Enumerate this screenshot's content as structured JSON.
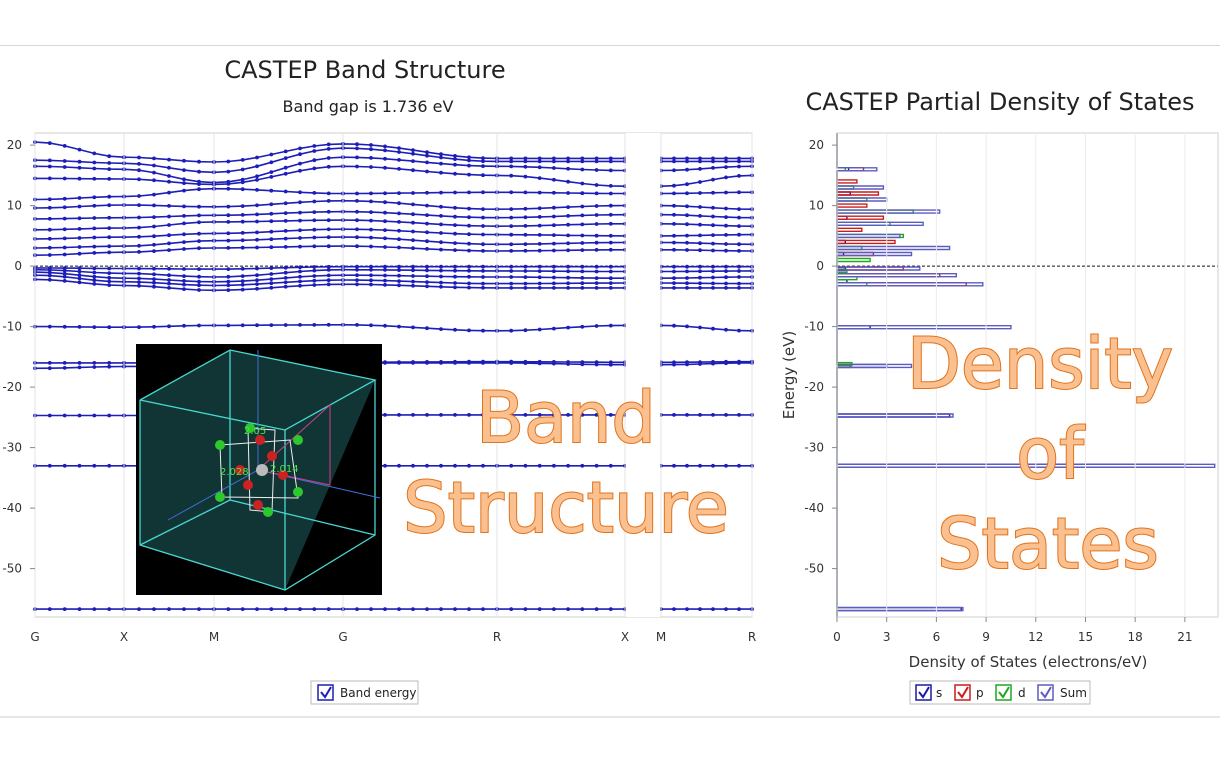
{
  "chart_data": [
    {
      "type": "line",
      "title": "CASTEP Band Structure",
      "subtitle": "Band gap is 1.736 eV",
      "xlabel": "",
      "ylabel": "",
      "x_ticks": [
        "G",
        "X",
        "M",
        "G",
        "R",
        "X",
        "M",
        "R"
      ],
      "ylim": [
        -58,
        22
      ],
      "y_ticks": [
        20,
        10,
        0,
        -10,
        -20,
        -30,
        -40,
        -50
      ],
      "fermi_level": 0,
      "grid": true,
      "legend": {
        "position": "bottom-center",
        "entries": [
          "Band energy"
        ]
      },
      "series_color": "#1d1db8",
      "bands": [
        [
          -56.7,
          -56.7,
          -56.7,
          -56.7,
          -56.7,
          -56.7,
          -56.7,
          -56.7
        ],
        [
          -33.0,
          -33.0,
          -33.0,
          -33.0,
          -33.0,
          -33.0,
          -33.0,
          -33.0
        ],
        [
          -24.7,
          -24.7,
          -24.6,
          -24.6,
          -24.6,
          -24.6,
          -24.6,
          -24.6
        ],
        [
          -16.9,
          -16.6,
          -16.2,
          -16.0,
          -16.0,
          -16.3,
          -16.3,
          -16.0
        ],
        [
          -16.0,
          -16.0,
          -15.9,
          -15.9,
          -15.8,
          -15.9,
          -15.9,
          -15.8
        ],
        [
          -10.0,
          -10.1,
          -9.8,
          -9.7,
          -10.7,
          -9.8,
          -9.8,
          -10.7
        ],
        [
          -0.3,
          -0.4,
          -0.5,
          -0.1,
          -0.1,
          -0.1,
          -0.1,
          -0.1
        ],
        [
          -0.6,
          -1.2,
          -1.8,
          -0.6,
          -0.8,
          -0.9,
          -0.9,
          -0.8
        ],
        [
          -1.0,
          -2.0,
          -2.6,
          -1.5,
          -1.8,
          -2.0,
          -2.0,
          -1.8
        ],
        [
          -1.5,
          -2.6,
          -3.2,
          -2.3,
          -2.9,
          -2.8,
          -2.8,
          -2.9
        ],
        [
          -2.2,
          -3.2,
          -4.0,
          -3.0,
          -3.6,
          -3.6,
          -3.6,
          -3.6
        ],
        [
          1.8,
          2.3,
          3.0,
          3.3,
          2.5,
          2.7,
          2.7,
          2.5
        ],
        [
          3.0,
          3.3,
          4.2,
          4.8,
          3.6,
          3.9,
          3.9,
          3.6
        ],
        [
          4.5,
          4.8,
          5.4,
          6.1,
          5.2,
          5.0,
          5.0,
          5.2
        ],
        [
          6.0,
          6.3,
          7.3,
          7.6,
          6.6,
          7.0,
          7.0,
          6.6
        ],
        [
          7.8,
          8.0,
          8.4,
          9.0,
          8.0,
          8.5,
          8.5,
          8.0
        ],
        [
          9.6,
          10.1,
          9.8,
          10.8,
          9.4,
          10.0,
          10.0,
          9.4
        ],
        [
          11.0,
          11.5,
          12.8,
          12.0,
          12.2,
          12.0,
          12.0,
          12.2
        ],
        [
          14.5,
          14.4,
          13.5,
          16.5,
          15.0,
          13.2,
          13.2,
          15.0
        ],
        [
          16.5,
          16.0,
          13.8,
          18.0,
          16.5,
          15.8,
          15.8,
          16.5
        ],
        [
          17.5,
          17.0,
          15.5,
          19.5,
          17.3,
          17.3,
          17.3,
          17.3
        ],
        [
          20.5,
          18.0,
          17.2,
          20.2,
          17.8,
          17.8,
          17.8,
          17.8
        ]
      ]
    },
    {
      "type": "line",
      "title": "CASTEP Partial  Density of States",
      "xlabel": "Density of States (electrons/eV)",
      "ylabel": "Energy (eV)",
      "xlim": [
        0,
        23
      ],
      "x_ticks": [
        0,
        3,
        6,
        9,
        12,
        15,
        18,
        21
      ],
      "ylim": [
        -58,
        22
      ],
      "y_ticks": [
        20,
        10,
        0,
        -10,
        -20,
        -30,
        -40,
        -50
      ],
      "fermi_level": 0,
      "grid": true,
      "legend": {
        "position": "bottom-center",
        "entries": [
          "s",
          "p",
          "d",
          "Sum"
        ]
      },
      "series": [
        {
          "name": "s",
          "color": "#1a1aa0",
          "energy": [
            -56.7,
            -33,
            -24.7,
            -16.5,
            -10.1,
            -2.5,
            -0.5,
            2,
            4,
            8,
            12,
            16
          ],
          "values": [
            7.5,
            21,
            6.8,
            3.0,
            2.0,
            0.6,
            0.5,
            0.4,
            0.5,
            0.6,
            0.8,
            0.7
          ]
        },
        {
          "name": "p",
          "color": "#cc1b1b",
          "energy": [
            -16.5,
            -3,
            -1.5,
            -0.4,
            2,
            4,
            6,
            8,
            10,
            12,
            14,
            16
          ],
          "values": [
            0.8,
            7.8,
            6.2,
            4.0,
            2.2,
            3.5,
            1.5,
            2.8,
            1.8,
            2.5,
            1.2,
            1.6
          ]
        },
        {
          "name": "d",
          "color": "#1ea81e",
          "energy": [
            -16.2,
            -3,
            -2,
            -0.8,
            1,
            3,
            5,
            7,
            9,
            11,
            13,
            16
          ],
          "values": [
            0.9,
            1.8,
            1.2,
            0.6,
            2.0,
            1.5,
            4.0,
            3.2,
            4.6,
            1.8,
            1.0,
            0.5
          ]
        },
        {
          "name": "Sum",
          "color": "#5c5cc0",
          "energy": [
            -56.7,
            -33,
            -24.7,
            -16.5,
            -10.1,
            -3,
            -1.5,
            -0.4,
            2,
            3,
            5,
            7,
            9,
            11,
            13,
            16
          ],
          "values": [
            7.6,
            22.8,
            7.0,
            4.5,
            10.5,
            8.8,
            7.2,
            5.0,
            4.5,
            6.8,
            3.8,
            5.2,
            6.2,
            3.0,
            2.8,
            2.4
          ]
        }
      ]
    }
  ],
  "inset": {
    "labels": [
      "2.05",
      "2.014",
      "2.028"
    ]
  },
  "overlay": {
    "band_word1": "Band",
    "band_word2": "Structure",
    "dos_word1": "Density",
    "dos_word2": "of",
    "dos_word3": "States"
  },
  "colors": {
    "band": "#1d1db8",
    "overlay_fill": "#fbc08f",
    "overlay_stroke": "#e0731c",
    "inset_bg": "#123838",
    "inset_edge": "#48d7d0"
  }
}
